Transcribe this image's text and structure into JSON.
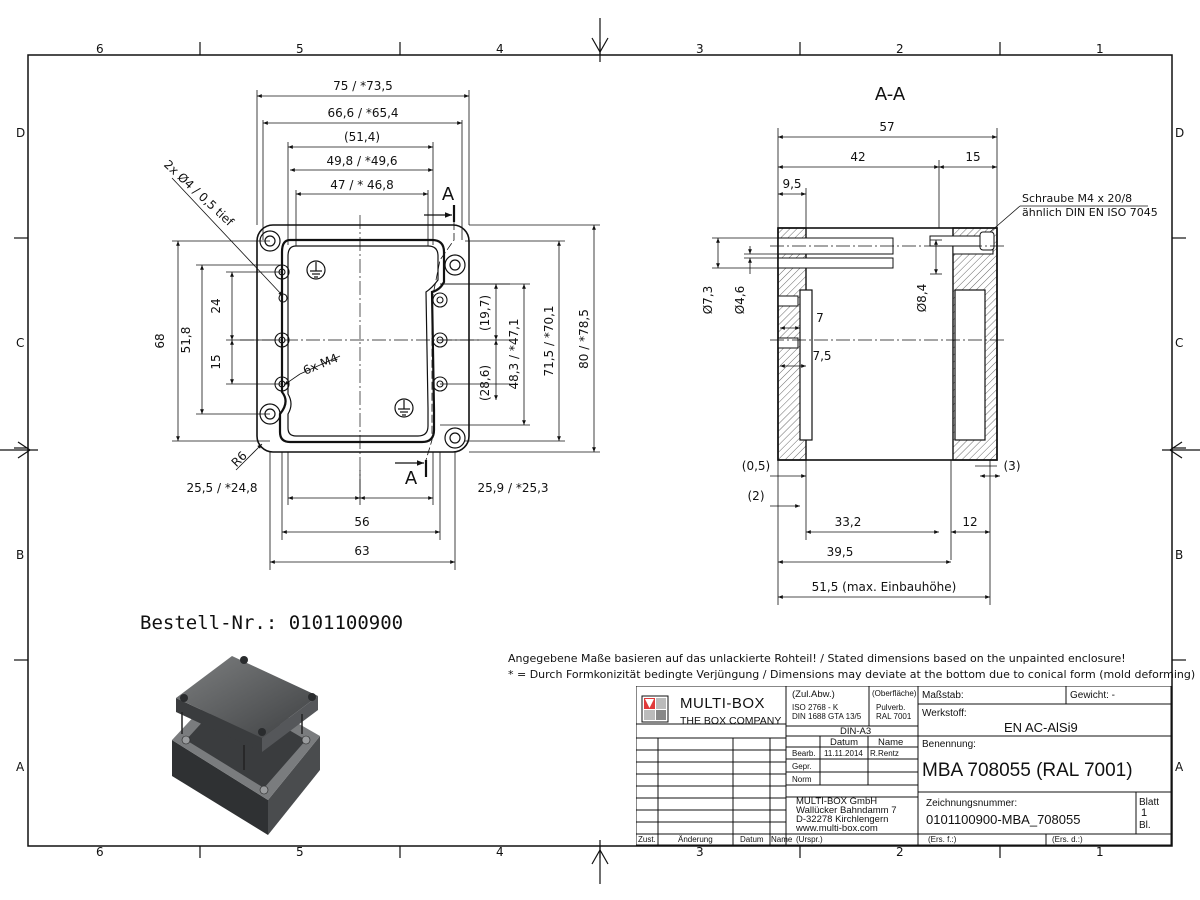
{
  "frame": {
    "zones_top": [
      "6",
      "5",
      "4",
      "3",
      "2",
      "1"
    ],
    "zones_bottom": [
      "6",
      "5",
      "4",
      "3",
      "2",
      "1"
    ],
    "zones_left": [
      "D",
      "C",
      "B",
      "A"
    ],
    "zones_right": [
      "D",
      "C",
      "B",
      "A"
    ]
  },
  "front_view": {
    "dims": {
      "d75": "75 / *73,5",
      "d66": "66,6 / *65,4",
      "d514": "(51,4)",
      "d498": "49,8 / *49,6",
      "d47": "47 / * 46,8",
      "holes": "2x Ø4 / 0,5 tief",
      "d68": "68",
      "d518": "51,8",
      "d24": "24",
      "d15": "15",
      "m4": "6x M4",
      "r6": "R6",
      "d197": "(19,7)",
      "d286": "(28,6)",
      "d483": "48,3 / *47,1",
      "d715": "71,5 / *70,1",
      "d80": "80 / *78,5",
      "d255": "25,5 / *24,8",
      "d259": "25,9 / *25,3",
      "d56": "56",
      "d63": "63"
    },
    "section_mark": "A"
  },
  "section_view": {
    "title": "A-A",
    "dims": {
      "d57": "57",
      "d42": "42",
      "d15": "15",
      "d95": "9,5",
      "d73": "Ø7,3",
      "d46": "Ø4,6",
      "d84": "Ø8,4",
      "d7": "7",
      "d75": "7,5",
      "d05": "(0,5)",
      "d2": "(2)",
      "d3": "(3)",
      "d332": "33,2",
      "d12": "12",
      "d395": "39,5",
      "d515": "51,5 (max. Einbauhöhe)"
    },
    "screw_note_1": "Schraube M4 x 20/8",
    "screw_note_2": "ähnlich DIN EN ISO 7045"
  },
  "order_number": "Bestell-Nr.: 0101100900",
  "notes": {
    "line1": "Angegebene Maße basieren auf das unlackierte Rohteil! / Stated dimensions based on the unpainted enclosure!",
    "line2": "* = Durch Formkonizität bedingte Verjüngung / Dimensions may deviate at the bottom due to conical form (mold deforming)"
  },
  "title_block": {
    "company": "MULTI-BOX",
    "tagline": "THE BOX COMPANY",
    "zul_abw": "(Zul.Abw.)",
    "iso": "ISO 2768 - K",
    "din": "DIN 1688 GTA 13/5",
    "oberflaeche": "(Oberfläche)",
    "pulverb": "Pulverb.",
    "ral": "RAL 7001",
    "din_a3": "DIN-A3",
    "datum": "Datum",
    "name": "Name",
    "bearb": "Bearb.",
    "bearb_date": "11.11.2014",
    "bearb_name": "R.Rentz",
    "gepr": "Gepr.",
    "norm": "Norm",
    "address1": "MULTI-BOX GmbH",
    "address2": "Wallücker Bahndamm 7",
    "address3": "D-32278 Kirchlengern",
    "address4": "www.multi-box.com",
    "massstab": "Maßstab:",
    "gewicht": "Gewicht: -",
    "werkstoff": "Werkstoff:",
    "material": "EN AC-AlSi9",
    "benennung": "Benennung:",
    "product": "MBA 708055 (RAL 7001)",
    "zeichnungsnummer": "Zeichnungsnummer:",
    "drawing_no": "0101100900-MBA_708055",
    "blatt": "Blatt",
    "blatt_no": "1",
    "bl": "Bl.",
    "ers_f": "(Ers. f.:)",
    "ers_d": "(Ers. d.:)",
    "zust": "Zust.",
    "aenderung": "Änderung",
    "datum2": "Datum",
    "name2": "Name",
    "urspr": "(Urspr.)"
  }
}
